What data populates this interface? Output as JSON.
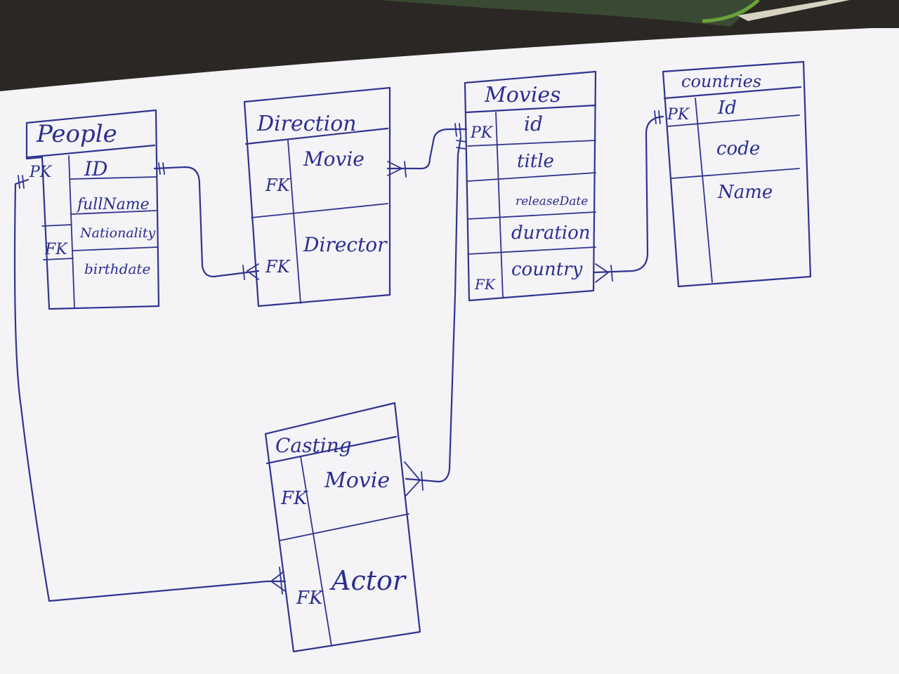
{
  "colors": {
    "ink": "#30348f",
    "paper": "#f4f3f6",
    "desk": "#2b2724",
    "mat": "#4f7a3a"
  },
  "tables": {
    "people": {
      "title": "People",
      "rows": [
        {
          "key": "PK",
          "field": "ID"
        },
        {
          "key": "",
          "field": "fullName"
        },
        {
          "key": "FK",
          "field": "Nationality"
        },
        {
          "key": "",
          "field": "birthdate"
        }
      ]
    },
    "direction": {
      "title": "Direction",
      "rows": [
        {
          "key": "FK",
          "field": "Movie"
        },
        {
          "key": "FK",
          "field": "Director"
        }
      ]
    },
    "movies": {
      "title": "Movies",
      "rows": [
        {
          "key": "PK",
          "field": "id"
        },
        {
          "key": "",
          "field": "title"
        },
        {
          "key": "",
          "field": "releaseDate"
        },
        {
          "key": "",
          "field": "duration"
        },
        {
          "key": "FK",
          "field": "country"
        }
      ]
    },
    "countries": {
      "title": "countries",
      "rows": [
        {
          "key": "PK",
          "field": "Id"
        },
        {
          "key": "",
          "field": "code"
        },
        {
          "key": "",
          "field": "Name"
        }
      ]
    },
    "casting": {
      "title": "Casting",
      "rows": [
        {
          "key": "FK",
          "field": "Movie"
        },
        {
          "key": "FK",
          "field": "Actor"
        }
      ]
    }
  }
}
